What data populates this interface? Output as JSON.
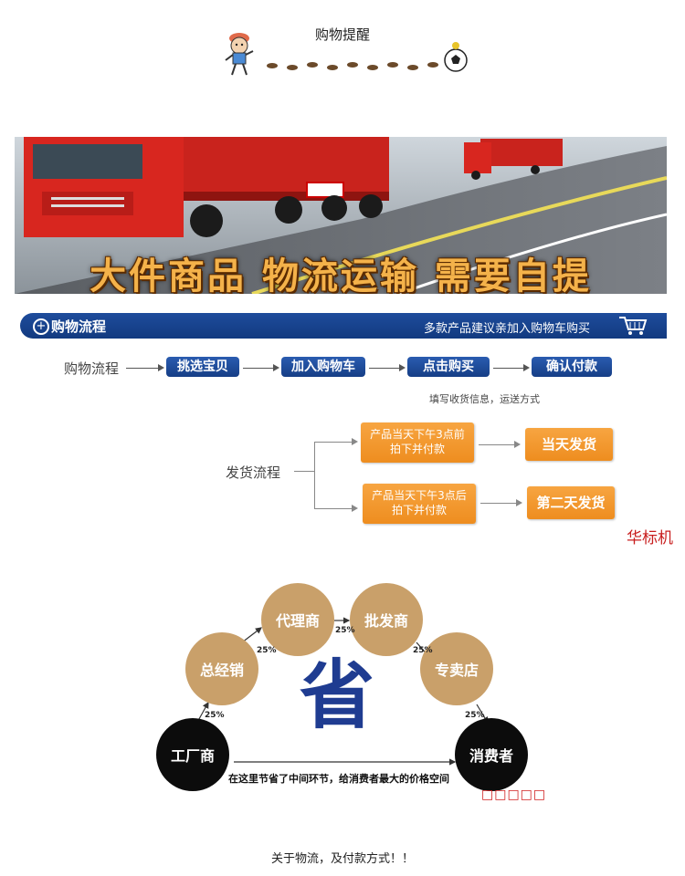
{
  "header": {
    "title": "购物提醒",
    "mascot_icon": "cartoon-mascot-icon",
    "footprints_icon": "footprints-icon",
    "ball_icon": "soccer-ball-icon"
  },
  "banner": {
    "text": "大件商品  物流运输  需要自提",
    "truck_color": "#d8261f"
  },
  "shopping_bar": {
    "title": "购物流程",
    "tagline": "多款产品建议亲加入购物车购买",
    "icon": "cart-icon",
    "color": "#1a4596"
  },
  "shopping_flow": {
    "label": "购物流程",
    "steps": [
      "挑选宝贝",
      "加入购物车",
      "点击购买",
      "确认付款"
    ],
    "note": "填写收货信息，运送方式"
  },
  "shipping_flow": {
    "label": "发货流程",
    "branches": [
      {
        "condition": [
          "产品当天下午3点前",
          "拍下并付款"
        ],
        "result": "当天发货"
      },
      {
        "condition": [
          "产品当天下午3点后",
          "拍下并付款"
        ],
        "result": "第二天发货"
      }
    ],
    "color": "#f39a30"
  },
  "side_text": "华标机",
  "distribution": {
    "start": "工厂商",
    "middlemen": [
      "总经销",
      "代理商",
      "批发商",
      "专卖店"
    ],
    "end": "消费者",
    "percentages": [
      "25%",
      "25%",
      "25%",
      "25%",
      "25%"
    ],
    "center_char": "省",
    "bottom_note": "在这里节省了中间环节，给消费者最大的价格空间",
    "red_boxes": "□□□□□"
  },
  "footer": {
    "text": "关于物流，及付款方式！！"
  }
}
